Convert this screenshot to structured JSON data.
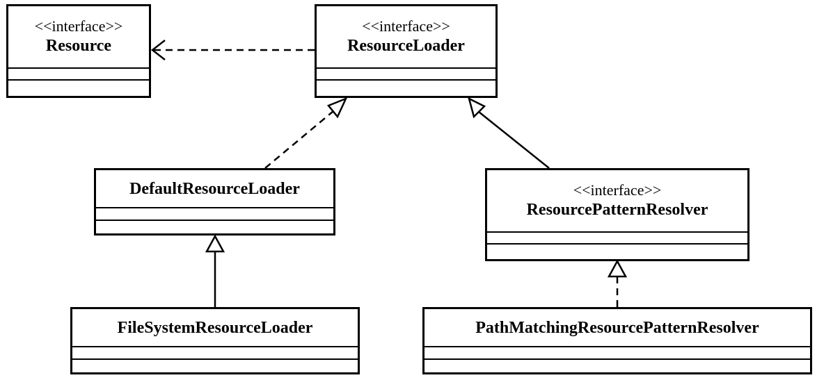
{
  "classes": {
    "resource": {
      "stereotype": "<<interface>>",
      "name": "Resource"
    },
    "resource_loader": {
      "stereotype": "<<interface>>",
      "name": "ResourceLoader"
    },
    "default_resource_loader": {
      "name": "DefaultResourceLoader"
    },
    "resource_pattern_resolver": {
      "stereotype": "<<interface>>",
      "name": "ResourcePatternResolver"
    },
    "file_system_resource_loader": {
      "name": "FileSystemResourceLoader"
    },
    "path_matching_resource_pattern_resolver": {
      "name": "PathMatchingResourcePatternResolver"
    }
  },
  "relations": [
    {
      "from": "ResourceLoader",
      "to": "Resource",
      "type": "dependency"
    },
    {
      "from": "DefaultResourceLoader",
      "to": "ResourceLoader",
      "type": "realization"
    },
    {
      "from": "ResourcePatternResolver",
      "to": "ResourceLoader",
      "type": "generalization"
    },
    {
      "from": "FileSystemResourceLoader",
      "to": "DefaultResourceLoader",
      "type": "generalization"
    },
    {
      "from": "PathMatchingResourcePatternResolver",
      "to": "ResourcePatternResolver",
      "type": "realization"
    }
  ]
}
